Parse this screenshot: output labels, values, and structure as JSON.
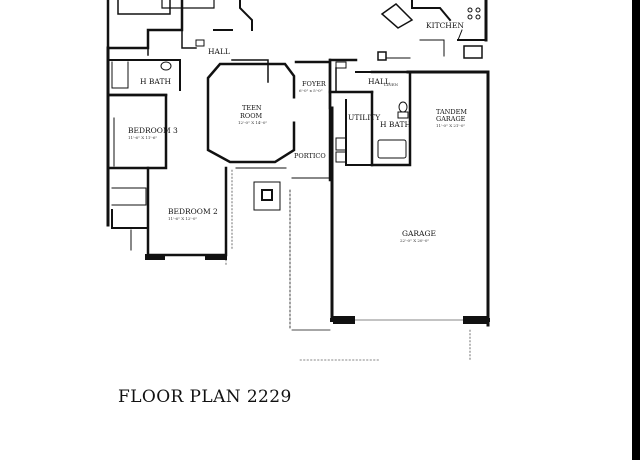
{
  "title": "FLOOR PLAN 2229",
  "rooms": {
    "kitchen": "KITCHEN",
    "hall_top": "HALL",
    "h_bath_left": "H BATH",
    "foyer": "FOYER",
    "foyer_dim": "6'-0\" x 5'-0\"",
    "hall_right": "HALL",
    "linen": "LINEN",
    "teen_room_1": "TEEN",
    "teen_room_2": "ROOM",
    "teen_room_dim": "12'-0\" X 14'-0\"",
    "bedroom3": "BEDROOM 3",
    "bedroom3_dim": "11'-6\" X 11'-6\"",
    "utility": "UTILITY",
    "h_bath_right": "H BATH",
    "tandem_1": "TANDEM",
    "tandem_2": "GARAGE",
    "tandem_dim": "11'-0\" X 21'-0\"",
    "portico": "PORTICO",
    "bedroom2": "BEDROOM 2",
    "bedroom2_dim": "11'-6\" X 12'-0\"",
    "garage": "GARAGE",
    "garage_dim": "22'-0\" X 20'-0\""
  }
}
